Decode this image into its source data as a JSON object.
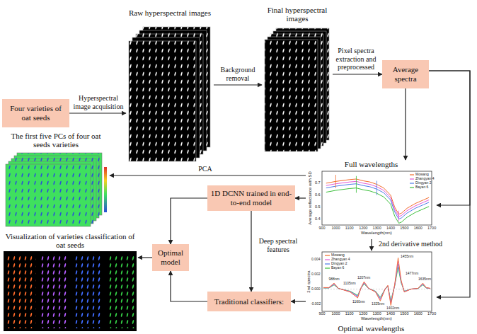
{
  "diagram": {
    "nodes": [
      {
        "text": [
          "Four varieties of oat seeds"
        ]
      },
      {
        "text": [
          "Raw hyperspectral images"
        ]
      },
      {
        "text": [
          "Final hyperspectral images"
        ]
      },
      {
        "text": [
          "Average spectra"
        ]
      },
      {
        "text": [
          "Full wavelengths"
        ]
      },
      {
        "text": [
          "The first five PCs of four oat seeds varieties"
        ]
      },
      {
        "text": [
          "1D DCNN trained in end-to-end model"
        ]
      },
      {
        "text": [
          "Optimal wavelengths"
        ]
      },
      {
        "text": [
          "Traditional classifiers:"
        ]
      },
      {
        "text": [
          "Optimal model"
        ]
      },
      {
        "text": [
          "Visualization of varieties classification of oat seeds"
        ]
      }
    ],
    "edges": [
      {
        "from": 0,
        "to": 1,
        "arrow": "to",
        "label": "Hyperspectral image acquisition"
      },
      {
        "from": 1,
        "to": 2,
        "arrow": "to",
        "label": "Background removal"
      },
      {
        "from": 2,
        "to": 3,
        "arrow": "to",
        "label": "Pixel spectra extraction and preprocessed"
      },
      {
        "from": 3,
        "to": 4,
        "arrow": "to"
      },
      {
        "from": 3,
        "to": 4,
        "arrow": "to"
      },
      {
        "from": 3,
        "to": 7,
        "arrow": "to"
      },
      {
        "from": 4,
        "to": 5,
        "arrow": "to",
        "label": "PCA"
      },
      {
        "from": 4,
        "to": 6,
        "arrow": "to"
      },
      {
        "from": 4,
        "to": 7,
        "arrow": "to",
        "label": "2nd derivative method"
      },
      {
        "from": 6,
        "to": 8,
        "arrow": "to",
        "label": "Deep spectral features"
      },
      {
        "from": 7,
        "to": 8,
        "arrow": "to"
      },
      {
        "from": 6,
        "to": 9,
        "arrow": "to"
      },
      {
        "from": 8,
        "to": 9,
        "arrow": "to"
      },
      {
        "from": 9,
        "to": 10,
        "arrow": "to"
      }
    ],
    "labels": [
      "Average reflectance with SD",
      "Wavelength(nm)",
      "900",
      "1000",
      "1100",
      "1200",
      "1300",
      "1400",
      "1500",
      "1600",
      "1700",
      "0.4",
      "0.5",
      "0.6",
      "0.7",
      "Mowang",
      "Zhangyan 4",
      "Dingyan 2",
      "Bayan 6",
      "2nd spectra",
      "Wavelength(nm)",
      "900",
      "1000",
      "1100",
      "1200",
      "1300",
      "1400",
      "1500",
      "1600",
      "1700",
      "0.004",
      "0.002",
      "0.000",
      "-0.002",
      "Mowang",
      "Zhangyan 4",
      "Dingyan 2",
      "Bayan 6",
      "988nm",
      "1105nm",
      "1160nm",
      "1207nm",
      "1325nm",
      "1402nm",
      "1455nm",
      "1477nm",
      "1635nm"
    ]
  }
}
